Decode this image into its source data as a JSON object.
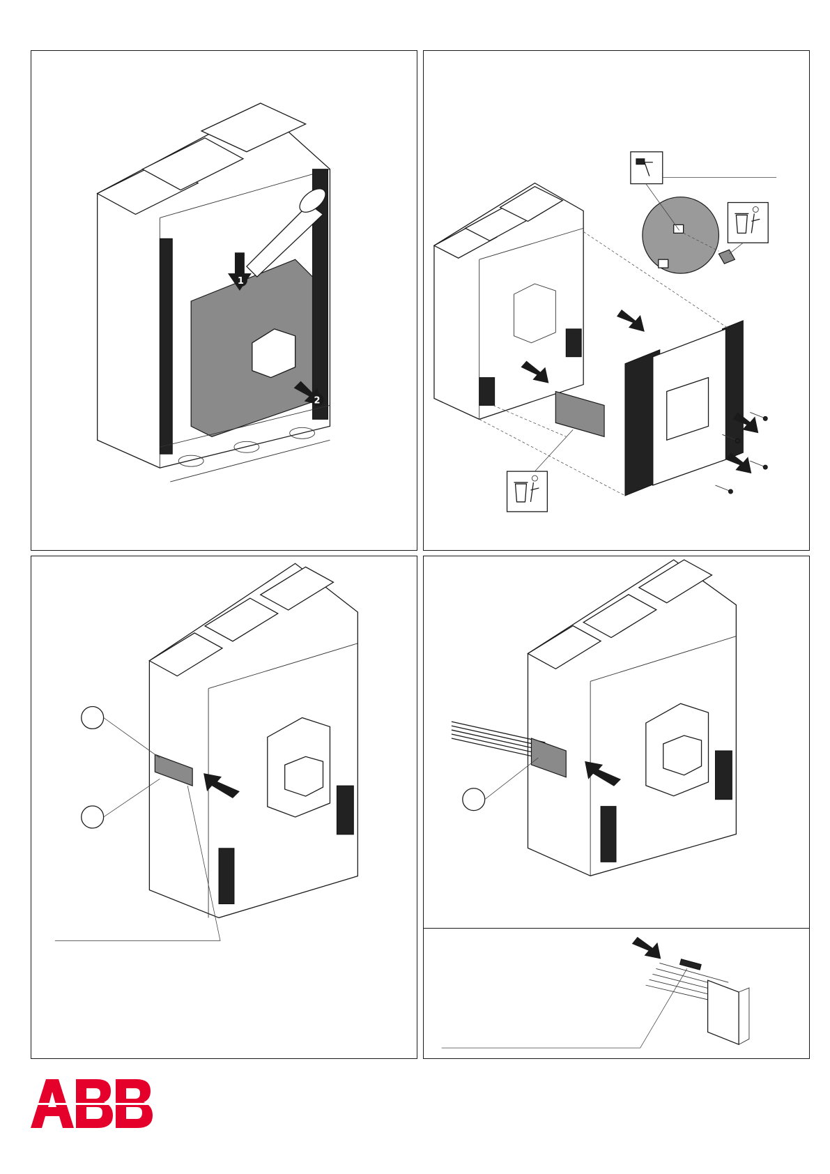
{
  "brand": {
    "logo_text": "ABB",
    "logo_color": "#E4002B"
  },
  "panels": [
    {
      "id": "panel-1",
      "step_markers": [
        "1",
        "2"
      ]
    },
    {
      "id": "panel-2",
      "icons": [
        "hammer-icon",
        "recycle-bin-icon",
        "recycle-bin-icon"
      ]
    },
    {
      "id": "panel-3",
      "callouts": [
        "",
        ""
      ]
    },
    {
      "id": "panel-4",
      "callouts": [
        ""
      ]
    },
    {
      "id": "panel-5"
    }
  ],
  "colors": {
    "line": "#1a1a1a",
    "cover_grey": "#8a8a8a",
    "heatsink_dark": "#222222"
  }
}
